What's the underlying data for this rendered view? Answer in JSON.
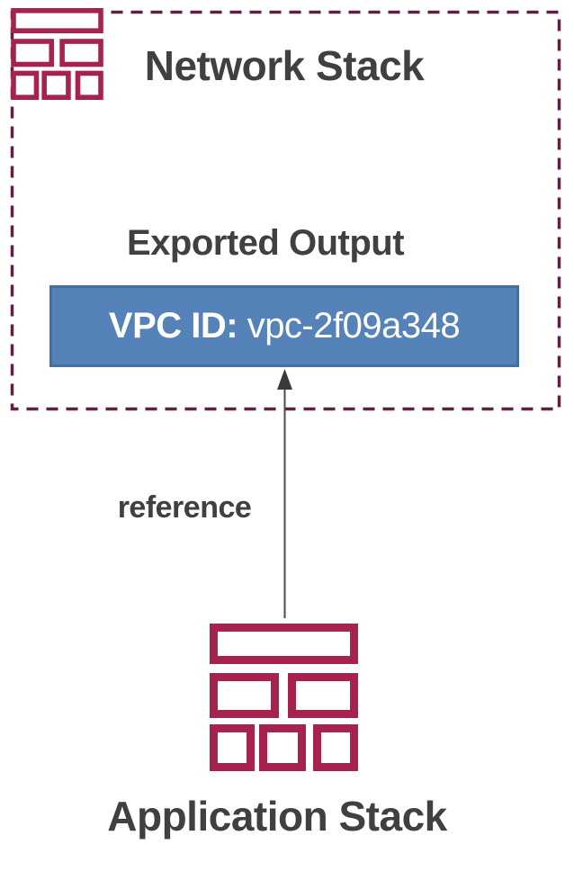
{
  "diagram": {
    "network_stack": {
      "title": "Network Stack",
      "icon": "cloudformation-stack-icon",
      "exported_output_label": "Exported Output",
      "output": {
        "key": "VPC ID: ",
        "value": "vpc-2f09a348"
      }
    },
    "connection": {
      "label": "reference"
    },
    "application_stack": {
      "title": "Application Stack",
      "icon": "cloudformation-stack-icon"
    },
    "colors": {
      "stack_icon_stroke": "#A6234E",
      "boundary_dash": "#5E2143",
      "heading_text": "#404040",
      "output_box_fill": "#5582B9",
      "output_box_border": "#41719C",
      "output_box_text": "#FFFFFF",
      "arrow": "#4A4A4A"
    }
  }
}
